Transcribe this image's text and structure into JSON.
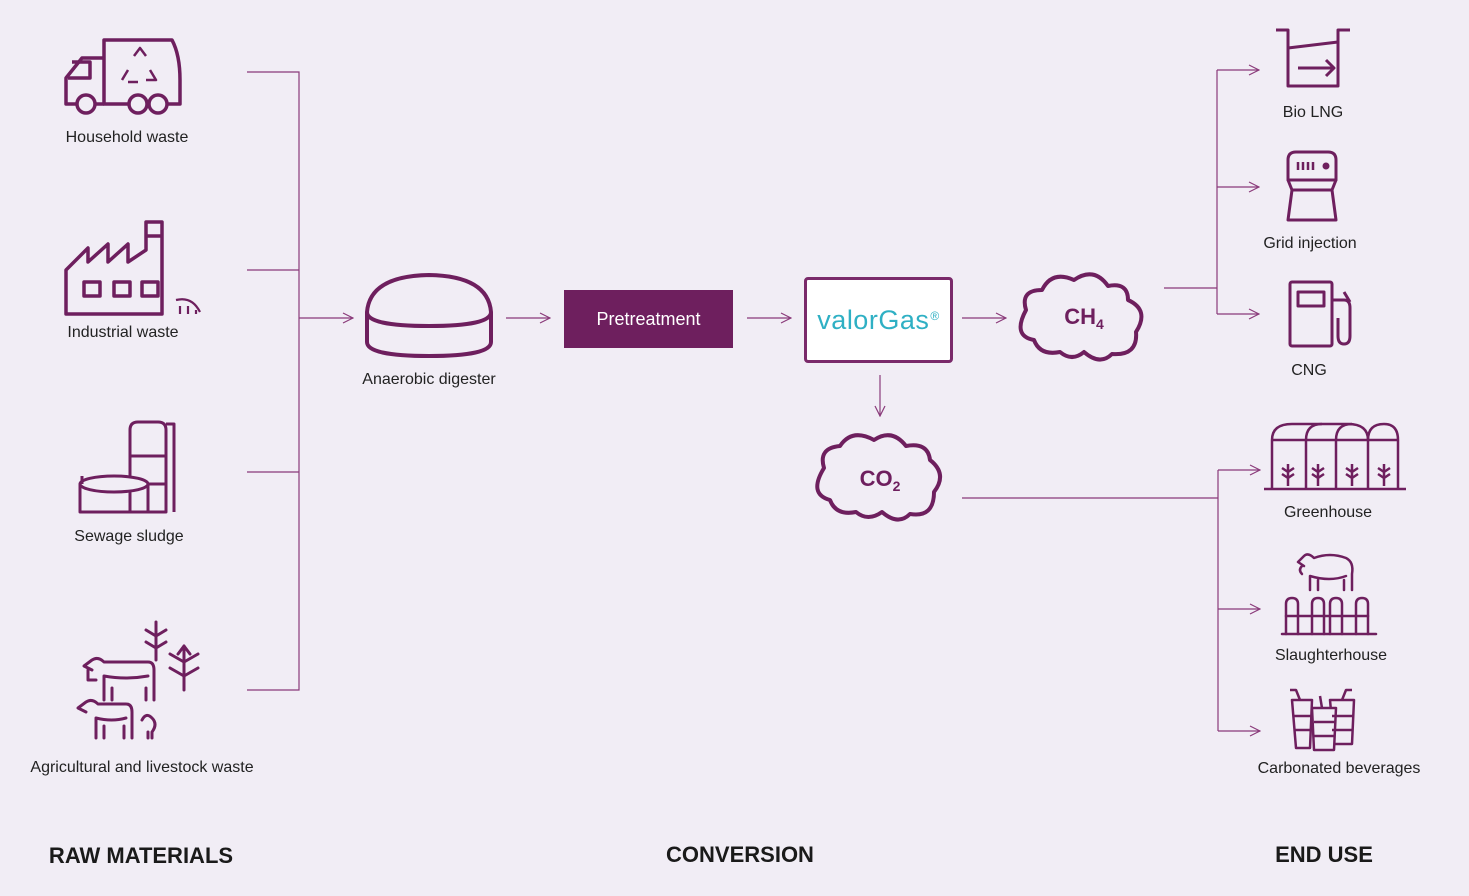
{
  "sections": {
    "raw_materials": "RAW MATERIALS",
    "conversion": "CONVERSION",
    "end_use": "END USE"
  },
  "raw_materials": [
    {
      "label": "Household waste",
      "icon": "garbage-truck-icon"
    },
    {
      "label": "Industrial waste",
      "icon": "factory-icon"
    },
    {
      "label": "Sewage sludge",
      "icon": "sludge-tank-icon"
    },
    {
      "label": "Agricultural and livestock waste",
      "icon": "livestock-plants-icon"
    }
  ],
  "conversion": {
    "digester_label": "Anaerobic digester",
    "pretreatment_label": "Pretreatment",
    "valorgas_label": "valorGas",
    "valorgas_mark": "®",
    "ch4": {
      "base": "CH",
      "sub": "4"
    },
    "co2": {
      "base": "CO",
      "sub": "2"
    }
  },
  "end_use": {
    "methane": [
      {
        "label": "Bio LNG",
        "icon": "lng-tank-icon"
      },
      {
        "label": "Grid injection",
        "icon": "gas-meter-icon"
      },
      {
        "label": "CNG",
        "icon": "fuel-pump-icon"
      }
    ],
    "co2": [
      {
        "label": "Greenhouse",
        "icon": "greenhouse-icon"
      },
      {
        "label": "Slaughterhouse",
        "icon": "pig-pen-icon"
      },
      {
        "label": "Carbonated beverages",
        "icon": "drinks-icon"
      }
    ]
  },
  "colors": {
    "accent": "#6e1f5e",
    "line": "#8a3a7a",
    "background": "#f1edf5",
    "valorgas_text": "#2fb0c4"
  }
}
